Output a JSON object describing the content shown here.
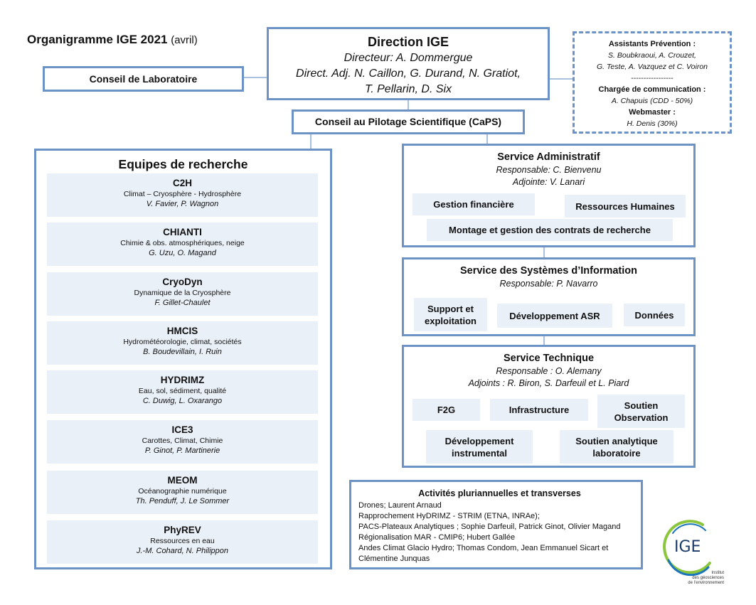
{
  "title": {
    "main": "Organigramme IGE 2021",
    "sub": "(avril)"
  },
  "direction": {
    "heading": "Direction IGE",
    "lines": [
      "Directeur: A. Dommergue",
      "Direct. Adj. N. Caillon, G. Durand, N. Gratiot,",
      "T. Pellarin, D. Six"
    ]
  },
  "conseil_labo": "Conseil de Laboratoire",
  "caps": "Conseil au Pilotage Scientifique (CaPS)",
  "assistants": {
    "h1": "Assistants Prévention :",
    "l1": "S. Boubkraoui, A. Crouzet,",
    "l2": "G. Teste, A. Vazquez et C. Voiron",
    "sep": "-----------------",
    "h2": "Chargée de communication :",
    "l3": "A. Chapuis (CDD - 50%)",
    "h3": "Webmaster :",
    "l4": "H. Denis (30%)"
  },
  "equipes": {
    "heading": "Equipes de recherche",
    "teams": [
      {
        "name": "C2H",
        "desc": "Climat – Cryosphère - Hydrosphère",
        "members": "V. Favier, P. Wagnon"
      },
      {
        "name": "CHIANTI",
        "desc": "Chimie & obs. atmosphériques, neige",
        "members": "G. Uzu, O. Magand"
      },
      {
        "name": "CryoDyn",
        "desc": "Dynamique de la Cryosphère",
        "members": "F. Gillet-Chaulet"
      },
      {
        "name": "HMCIS",
        "desc": "Hydrométéorologie, climat, sociétés",
        "members": "B. Boudevillain, I. Ruin"
      },
      {
        "name": "HYDRIMZ",
        "desc": "Eau, sol, sédiment, qualité",
        "members": "C. Duwig, L. Oxarango"
      },
      {
        "name": "ICE3",
        "desc": "Carottes, Climat, Chimie",
        "members": "P. Ginot, P. Martinerie"
      },
      {
        "name": "MEOM",
        "desc": "Océanographie numérique",
        "members": "Th. Penduff, J. Le Sommer"
      },
      {
        "name": "PhyREV",
        "desc": "Ressources en eau",
        "members": "J.-M. Cohard, N. Philippon"
      }
    ]
  },
  "admin": {
    "title": "Service Administratif",
    "resp": "Responsable: C. Bienvenu",
    "adj": "Adjointe: V. Lanari",
    "t1": "Gestion financière",
    "t2": "Ressources Humaines",
    "t3": "Montage et gestion des contrats de recherche"
  },
  "ssi": {
    "title": "Service des Systèmes d’Information",
    "resp": "Responsable: P. Navarro",
    "t1a": "Support et",
    "t1b": "exploitation",
    "t2": "Développement ASR",
    "t3": "Données"
  },
  "tech": {
    "title": "Service  Technique",
    "resp": "Responsable : O. Alemany",
    "adj": "Adjoints : R. Biron, S. Darfeuil et L. Piard",
    "t1": "F2G",
    "t2": "Infrastructure",
    "t3a": "Soutien",
    "t3b": "Observation",
    "t4a": "Développement",
    "t4b": "instrumental",
    "t5a": "Soutien analytique",
    "t5b": "laboratoire"
  },
  "activites": {
    "heading": "Activités pluriannuelles et transverses",
    "lines": [
      "Drones; Laurent Arnaud",
      "Rapprochement HyDRIMZ - STRIM (ETNA, INRAe);",
      "PACS-Plateaux Analytiques ; Sophie Darfeuil, Patrick Ginot, Olivier Magand",
      "Régionalisation MAR - CMIP6;  Hubert Gallée",
      "Andes Climat Glacio Hydro; Thomas Condom, Jean Emmanuel Sicart et",
      "Clémentine Junquas"
    ]
  },
  "logo": {
    "text": "IGE",
    "caption1": "Institut",
    "caption2": "des géosciences",
    "caption3": "de l’environnement",
    "colors": {
      "green": "#8cc63f",
      "blue": "#1b75bb"
    }
  }
}
